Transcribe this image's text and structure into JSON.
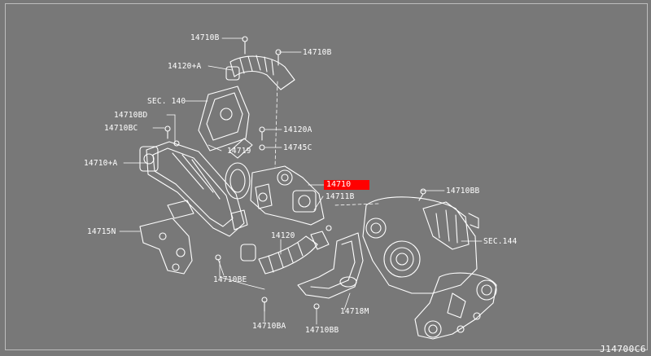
{
  "labels": {
    "l_14710b_top": "14710B",
    "l_14710b_right": "14710B",
    "l_14120a_top": "14120+A",
    "l_sec140": "SEC. 140",
    "l_14710bd": "14710BD",
    "l_14710bc": "14710BC",
    "l_14719": "14719",
    "l_14120a_mid": "14120A",
    "l_14745c": "14745C",
    "l_14710a": "14710+A",
    "l_14710_highlight": "14710",
    "l_14711b": "14711B",
    "l_14710bb_right": "14710BB",
    "l_14715n": "14715N",
    "l_14120": "14120",
    "l_sec144": "SEC.144",
    "l_14710be": "14710BE",
    "l_14710ba": "14710BA",
    "l_14710bb_bottom": "14710BB",
    "l_14718m": "14718M"
  },
  "diagram_code": "J14700C6",
  "colors": {
    "background": "#787878",
    "lines": "#ffffff",
    "highlight": "#ff0000"
  }
}
